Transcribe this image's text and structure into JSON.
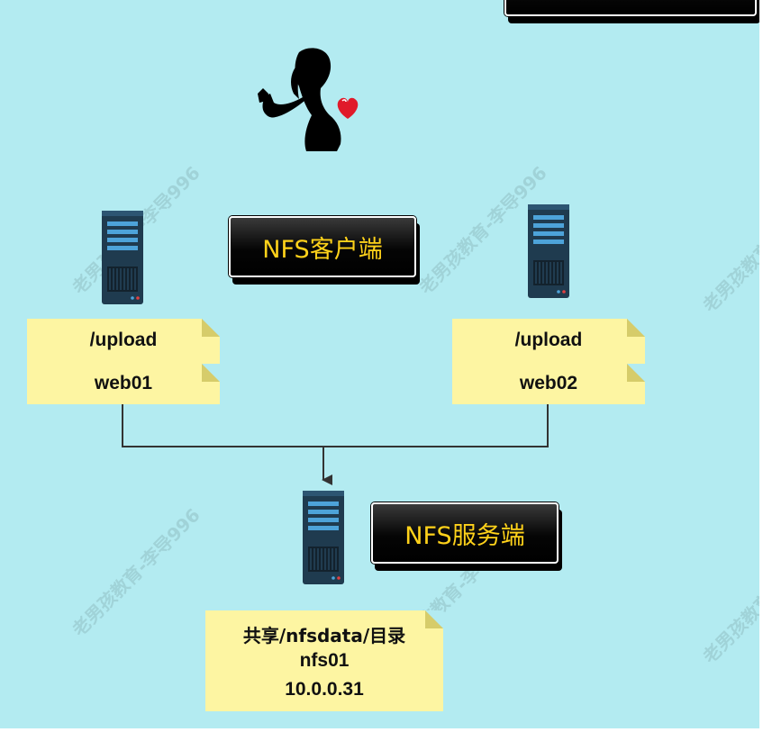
{
  "watermark": {
    "text": "老男孩教育-李导996"
  },
  "labels": {
    "client": "NFS客户端",
    "server": "NFS服务端"
  },
  "notes": {
    "web01": {
      "path": "/upload",
      "host": "web01"
    },
    "web02": {
      "path": "/upload",
      "host": "web02"
    },
    "server": {
      "share": "共享/nfsdata/目录",
      "host": "nfs01",
      "ip": "10.0.0.31"
    }
  },
  "icons": {
    "server": "server-tower-icon",
    "figure": "woman-silhouette-icon",
    "heart": "heart-icon"
  },
  "colors": {
    "background": "#b3ebf1",
    "note": "#fdf5a2",
    "label_text": "#ffd21a",
    "server_body": "#1f3b4f",
    "server_accent": "#4da3d9"
  }
}
